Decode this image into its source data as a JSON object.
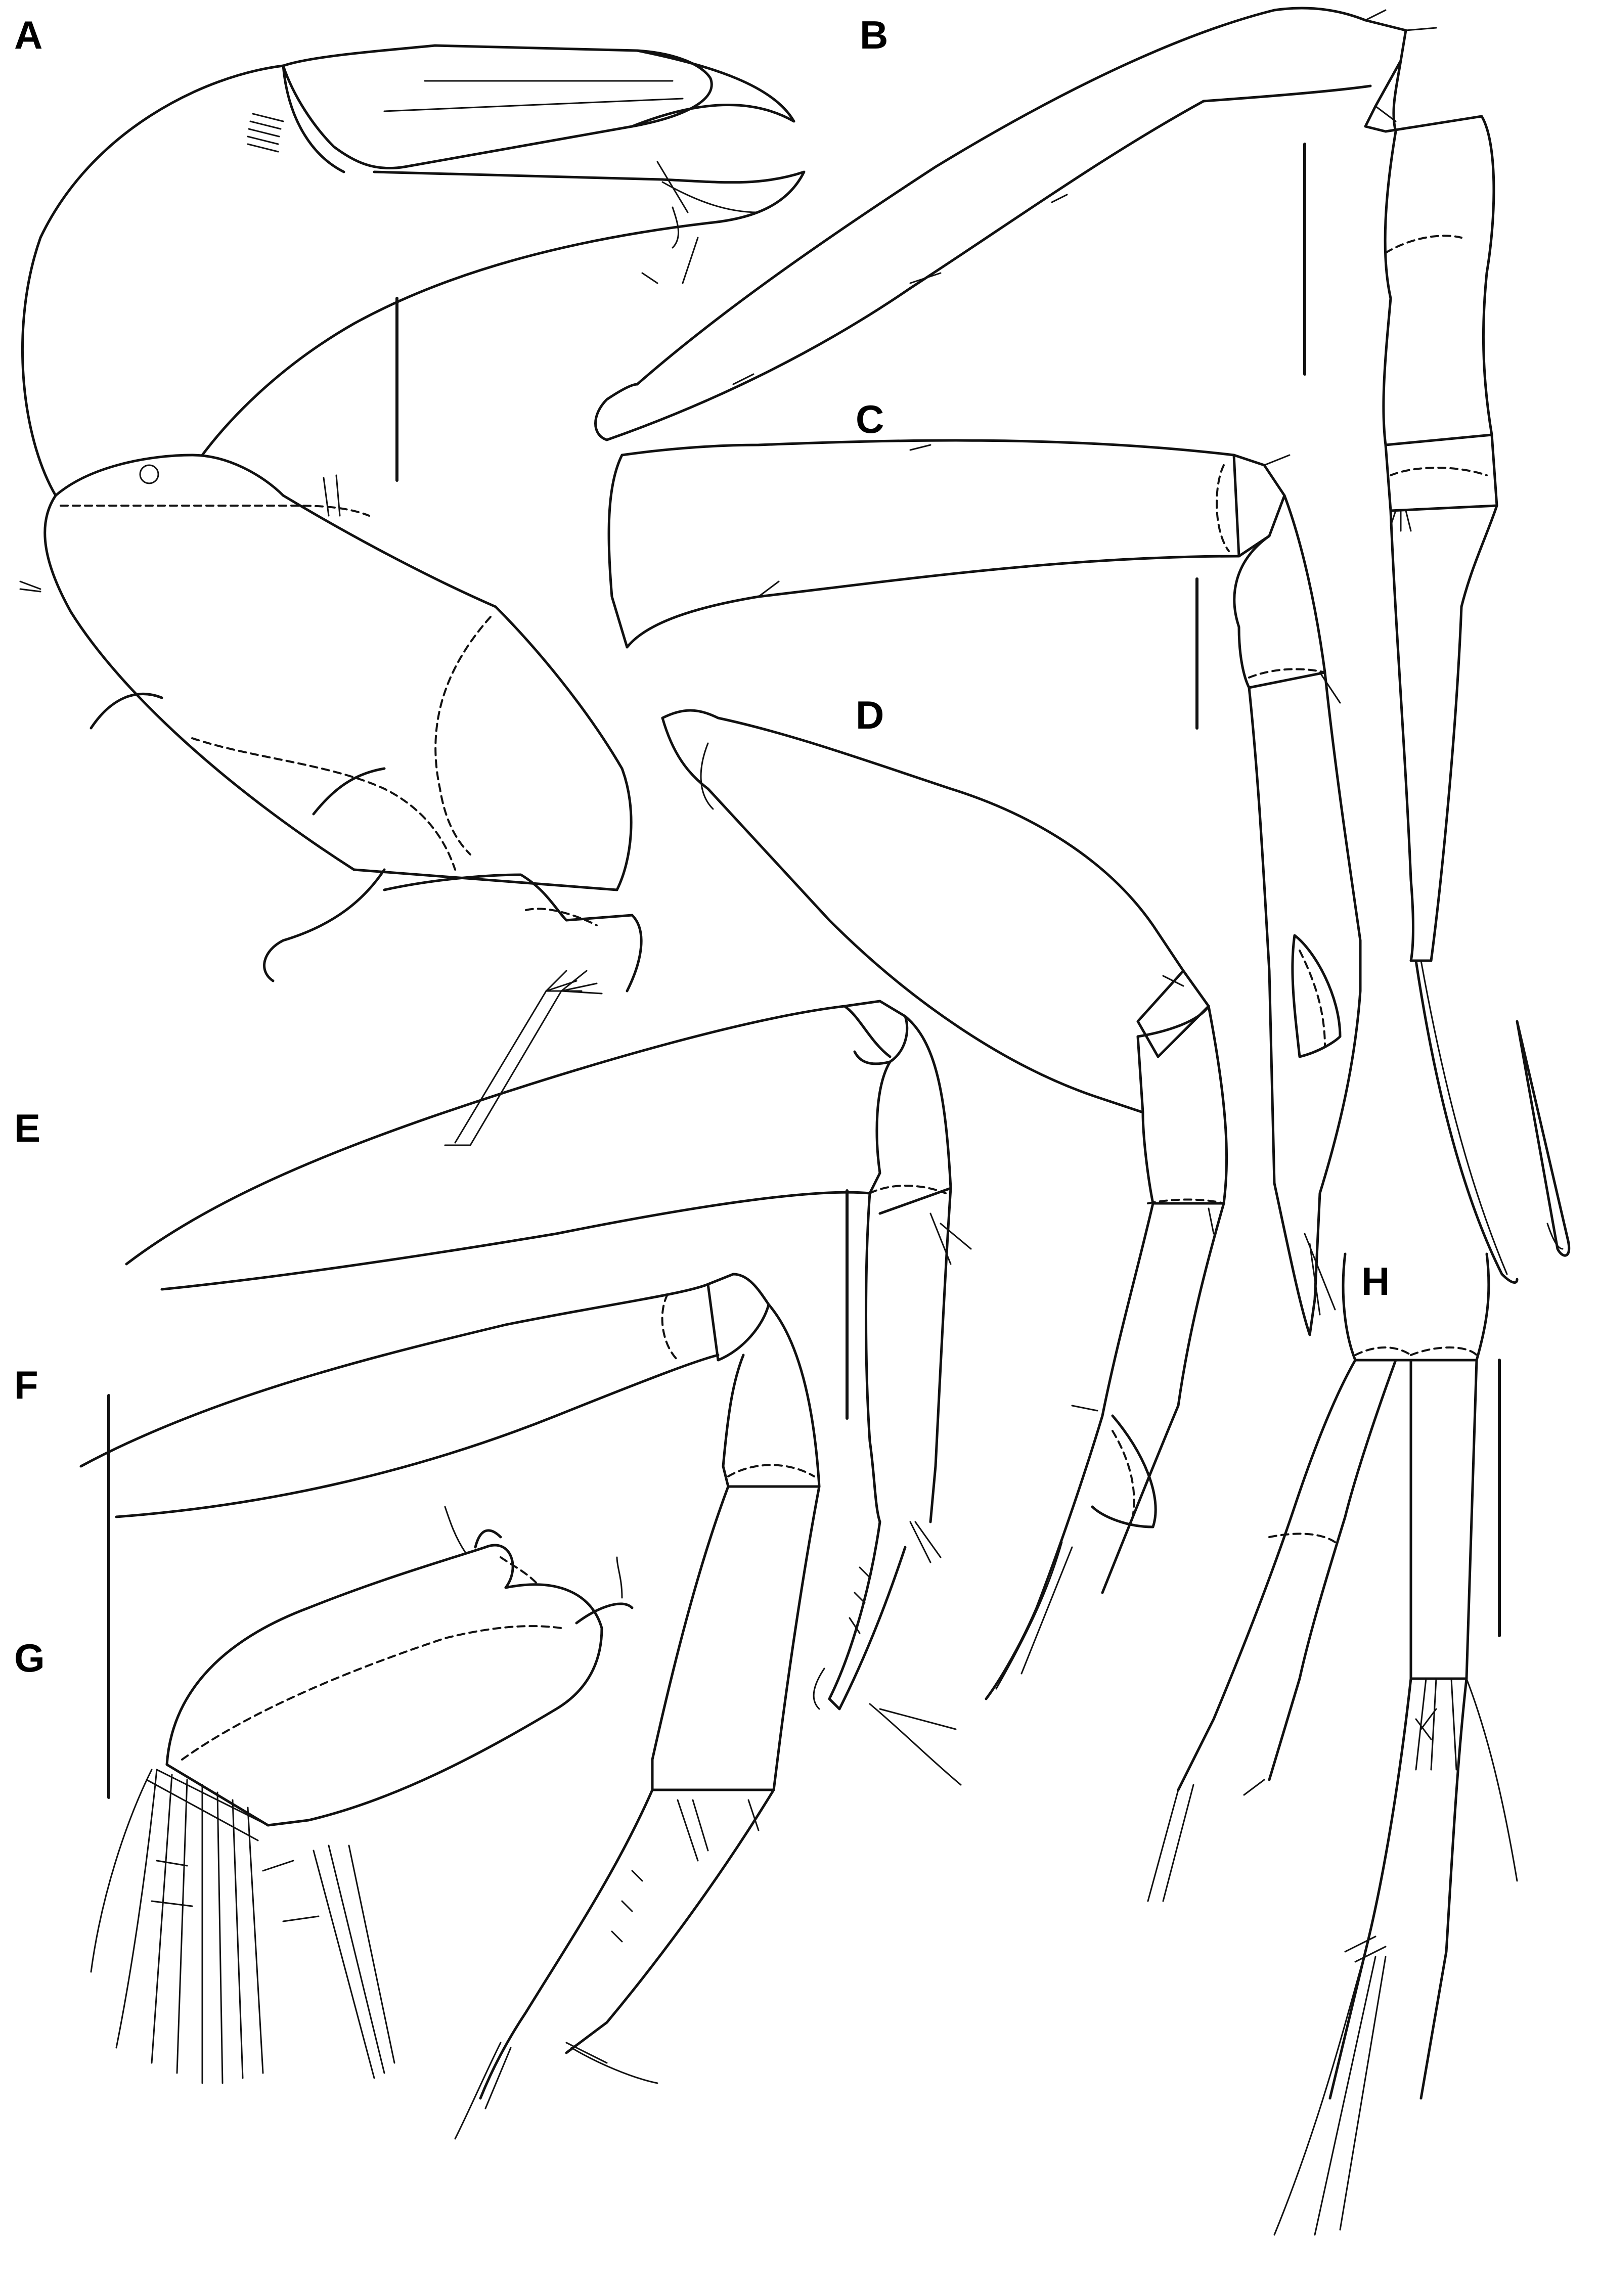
{
  "figure": {
    "panels": [
      {
        "id": "A",
        "label": "A"
      },
      {
        "id": "B",
        "label": "B"
      },
      {
        "id": "C",
        "label": "C"
      },
      {
        "id": "D",
        "label": "D"
      },
      {
        "id": "E",
        "label": "E"
      },
      {
        "id": "F",
        "label": "F"
      },
      {
        "id": "G",
        "label": "G"
      },
      {
        "id": "H",
        "label": "H"
      }
    ],
    "style": {
      "line_color": "#111111",
      "background": "#ffffff"
    }
  }
}
